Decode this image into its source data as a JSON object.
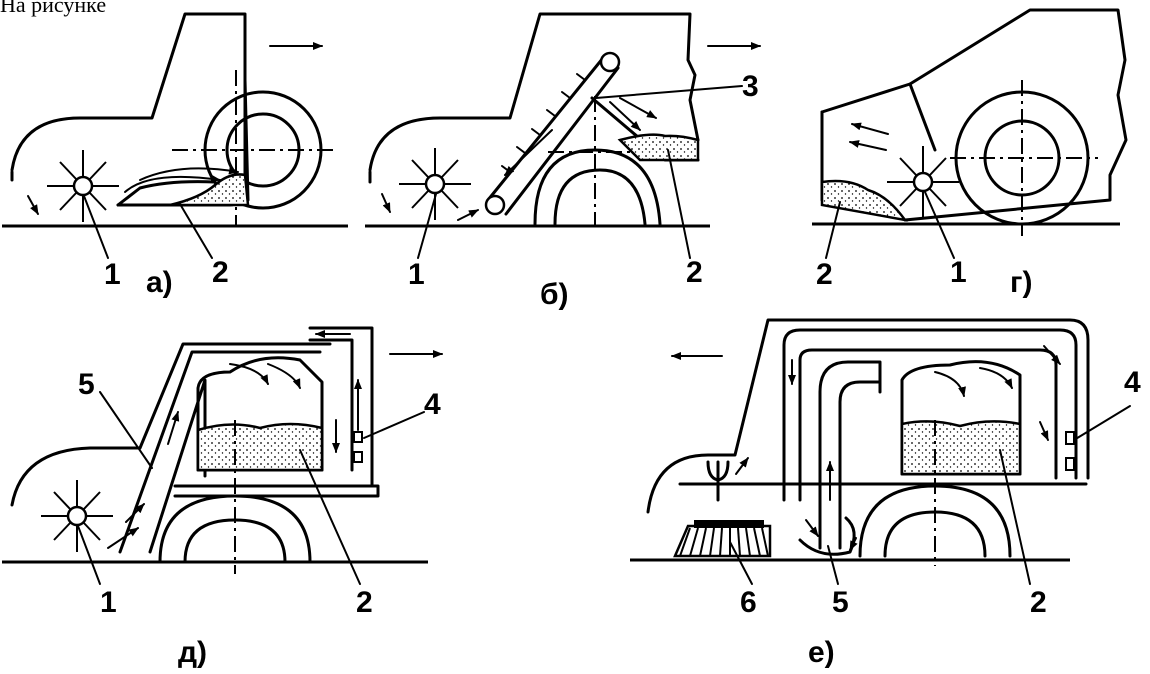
{
  "caption": "На рисунке",
  "panels": [
    {
      "id": "a",
      "label": "а)",
      "callouts": [
        "1",
        "2"
      ]
    },
    {
      "id": "b",
      "label": "б)",
      "callouts": [
        "1",
        "2",
        "3"
      ]
    },
    {
      "id": "g",
      "label": "г)",
      "callouts": [
        "2",
        "1"
      ]
    },
    {
      "id": "d",
      "label": "д)",
      "callouts": [
        "1",
        "2",
        "4",
        "5"
      ]
    },
    {
      "id": "e",
      "label": "е)",
      "callouts": [
        "6",
        "5",
        "2",
        "4"
      ]
    }
  ]
}
